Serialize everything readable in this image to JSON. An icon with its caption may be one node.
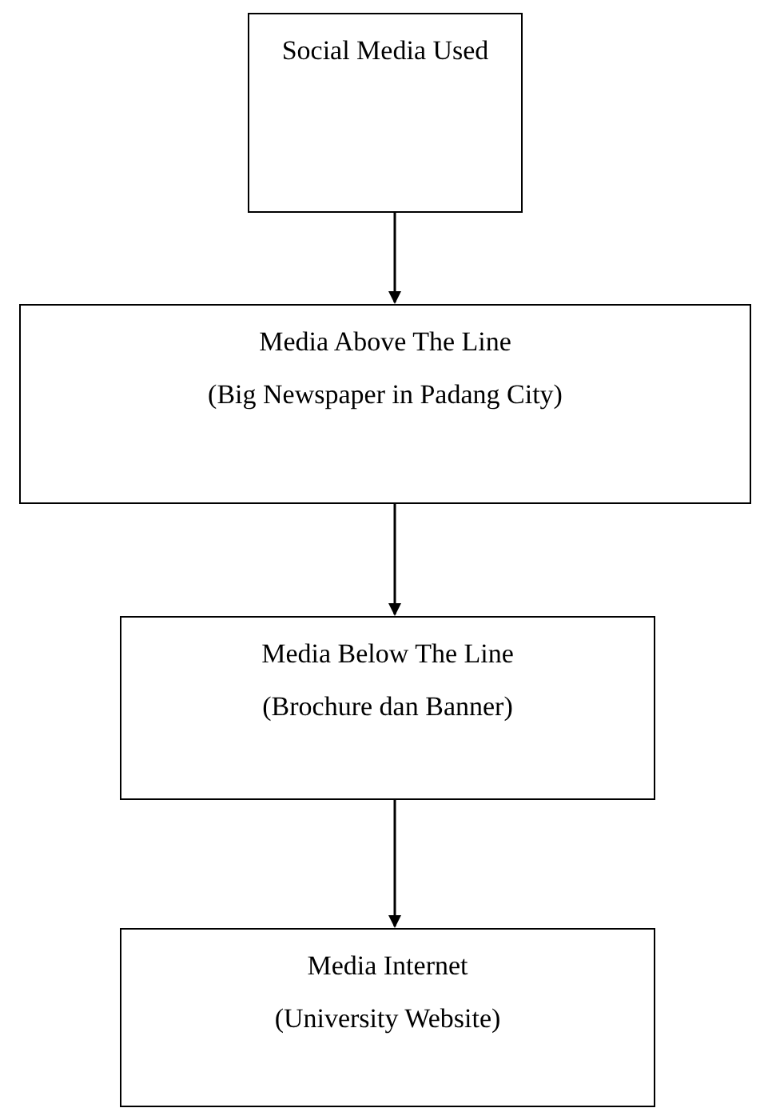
{
  "diagram": {
    "nodes": [
      {
        "text": [
          "Social Media Used"
        ]
      },
      {
        "text": [
          "Media Above The Line",
          "(Big Newspaper in Padang City)"
        ]
      },
      {
        "text": [
          "Media Below The Line",
          "(Brochure dan Banner)"
        ]
      },
      {
        "text": [
          "Media Internet",
          "(University Website)"
        ]
      }
    ],
    "edges": [
      {
        "from": 0,
        "to": 1,
        "arrow": "to"
      },
      {
        "from": 1,
        "to": 2,
        "arrow": "to"
      },
      {
        "from": 2,
        "to": 3,
        "arrow": "to"
      }
    ]
  }
}
